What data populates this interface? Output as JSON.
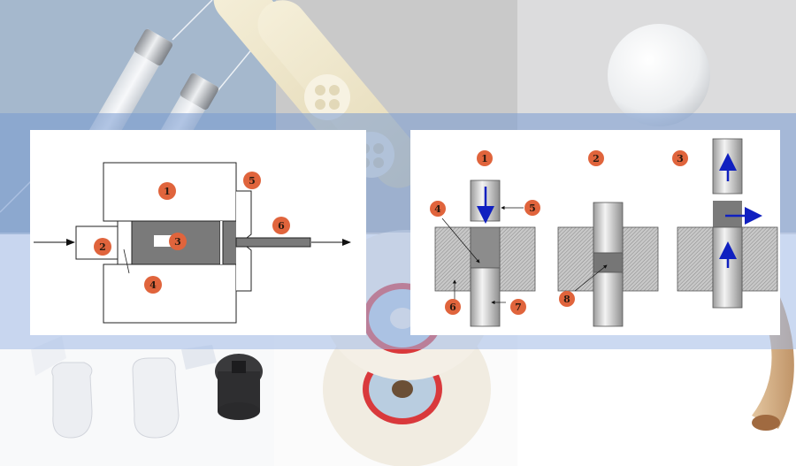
{
  "scene": {
    "theme_colors": {
      "band_dark": "#8aa6d4",
      "band_light": "#b2c6ea",
      "badge_fill": "#e0643c",
      "badge_text": "#2a1a10",
      "punch_arrow": "#1020c0",
      "workpiece": "#7a7a7a"
    },
    "background_photos": [
      "ceramic-fuses",
      "ceramic-multi-bore-tubes",
      "ceramic-ball",
      "ceramic-nozzles",
      "grinding-wheels",
      "ceramic-bent-tube"
    ]
  },
  "extrusion_diagram": {
    "labels": [
      "1",
      "2",
      "3",
      "4",
      "5",
      "6"
    ]
  },
  "pressing_diagram": {
    "stage_labels": [
      "1",
      "2",
      "3"
    ],
    "part_labels": [
      "4",
      "5",
      "6",
      "7",
      "8"
    ]
  }
}
